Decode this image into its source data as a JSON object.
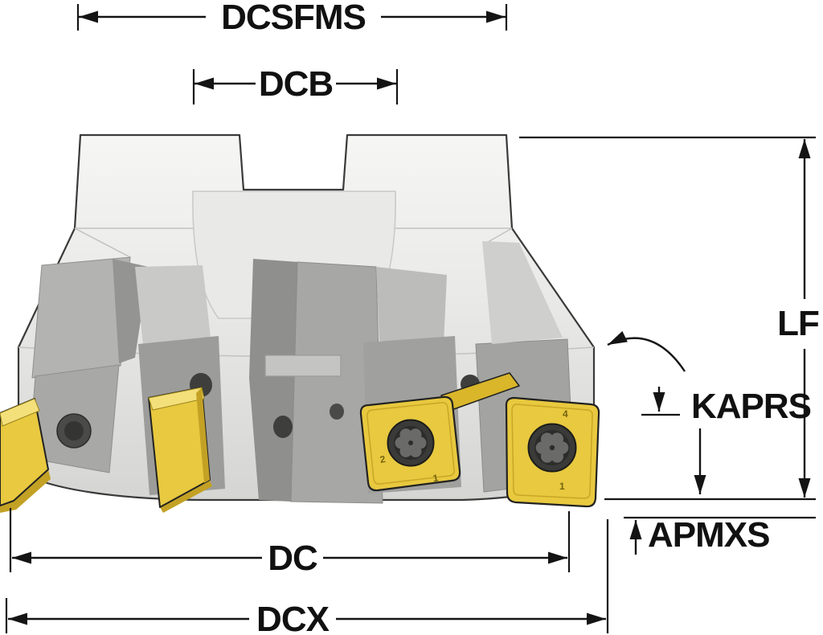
{
  "diagram": {
    "labels": {
      "dcsfms": "DCSFMS",
      "dcb": "DCB",
      "lf": "LF",
      "kaprs": "KAPRS",
      "apmxs": "APMXS",
      "dc": "DC",
      "dcx": "DCX"
    },
    "insert_markings": {
      "center_a": "2",
      "center_b": "1",
      "right_a": "4",
      "right_b": "1"
    },
    "colors": {
      "dimension_ink": "#141414",
      "body_light": "#f4f4f3",
      "body_shade": "#d8d8d6",
      "pocket_gray": "#a0a09e",
      "insert_gold": "#e8c93f",
      "insert_gold_light": "#f4e07a",
      "insert_gold_dark": "#c3a124",
      "screw_dark": "#3a3a38"
    }
  }
}
